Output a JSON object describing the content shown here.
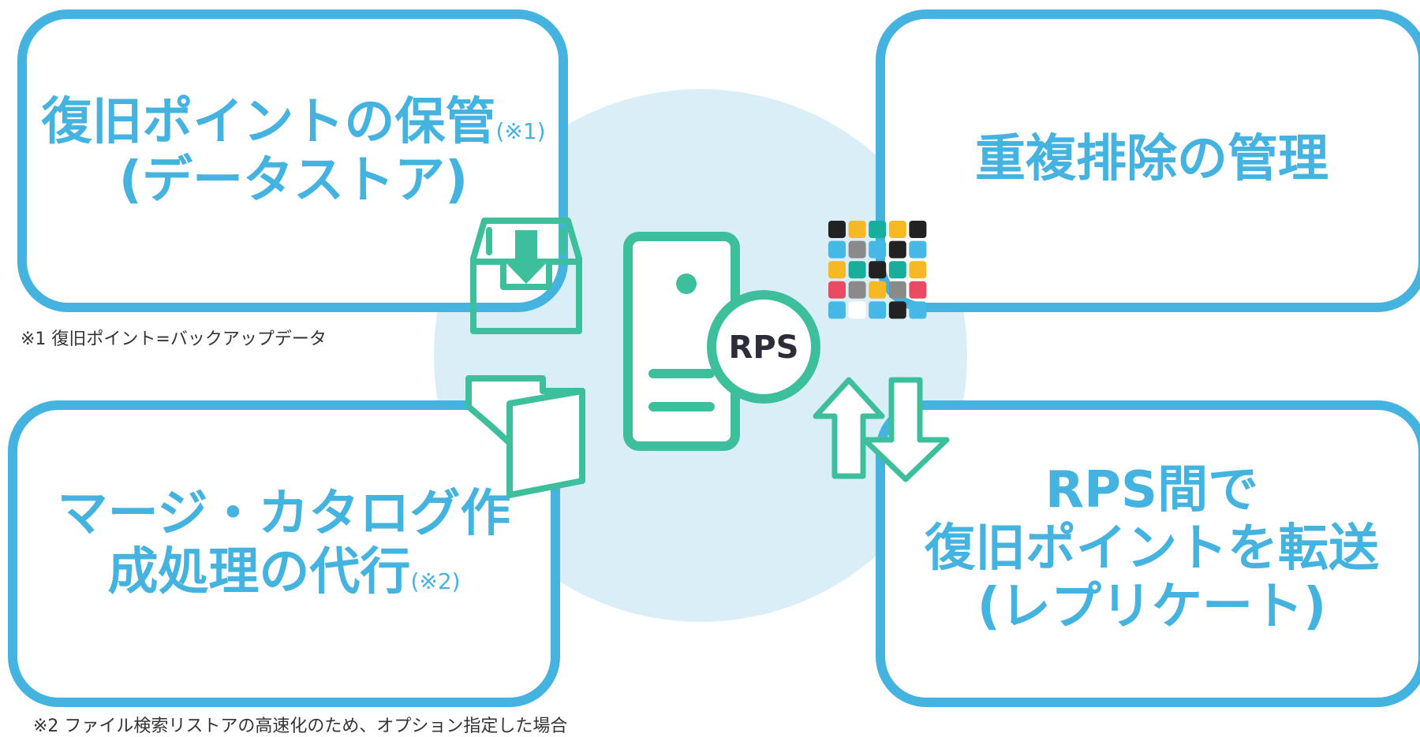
{
  "panels": {
    "top_left": {
      "title_line1": "復旧ポイントの保管",
      "title_line1_note": "(※1)",
      "title_line2": "(データストア)"
    },
    "top_right": {
      "title": "重複排除の管理"
    },
    "bottom_left": {
      "title_line1": "マージ・カタログ作",
      "title_line2": "成処理の代行",
      "title_line2_note": "(※2)"
    },
    "bottom_right": {
      "title_line1": "RPS間で",
      "title_line2": "復旧ポイントを転送",
      "title_line3": "(レプリケート)"
    }
  },
  "footnotes": {
    "note1": "※1 復旧ポイント=バックアップデータ",
    "note2": "※2 ファイル検索リストアの高速化のため、オプション指定した場合"
  },
  "server": {
    "badge_label": "RPS"
  },
  "icons": {
    "top_left": "inbox-download-icon",
    "bottom_left": "folder-open-icon",
    "center": "server-icon",
    "top_right": "dedup-grid-icon",
    "bottom_right": "transfer-arrows-icon"
  },
  "colors": {
    "accent_blue": "#45b3e0",
    "icon_green": "#3dbf9c",
    "circle_bg": "#daeef8",
    "grid_dark": "#222222",
    "grid_yellow": "#f6b824",
    "grid_teal": "#19ad9b",
    "grid_blue": "#45b8e6",
    "grid_gray": "#8a8a8a",
    "grid_red": "#ea4b63"
  }
}
